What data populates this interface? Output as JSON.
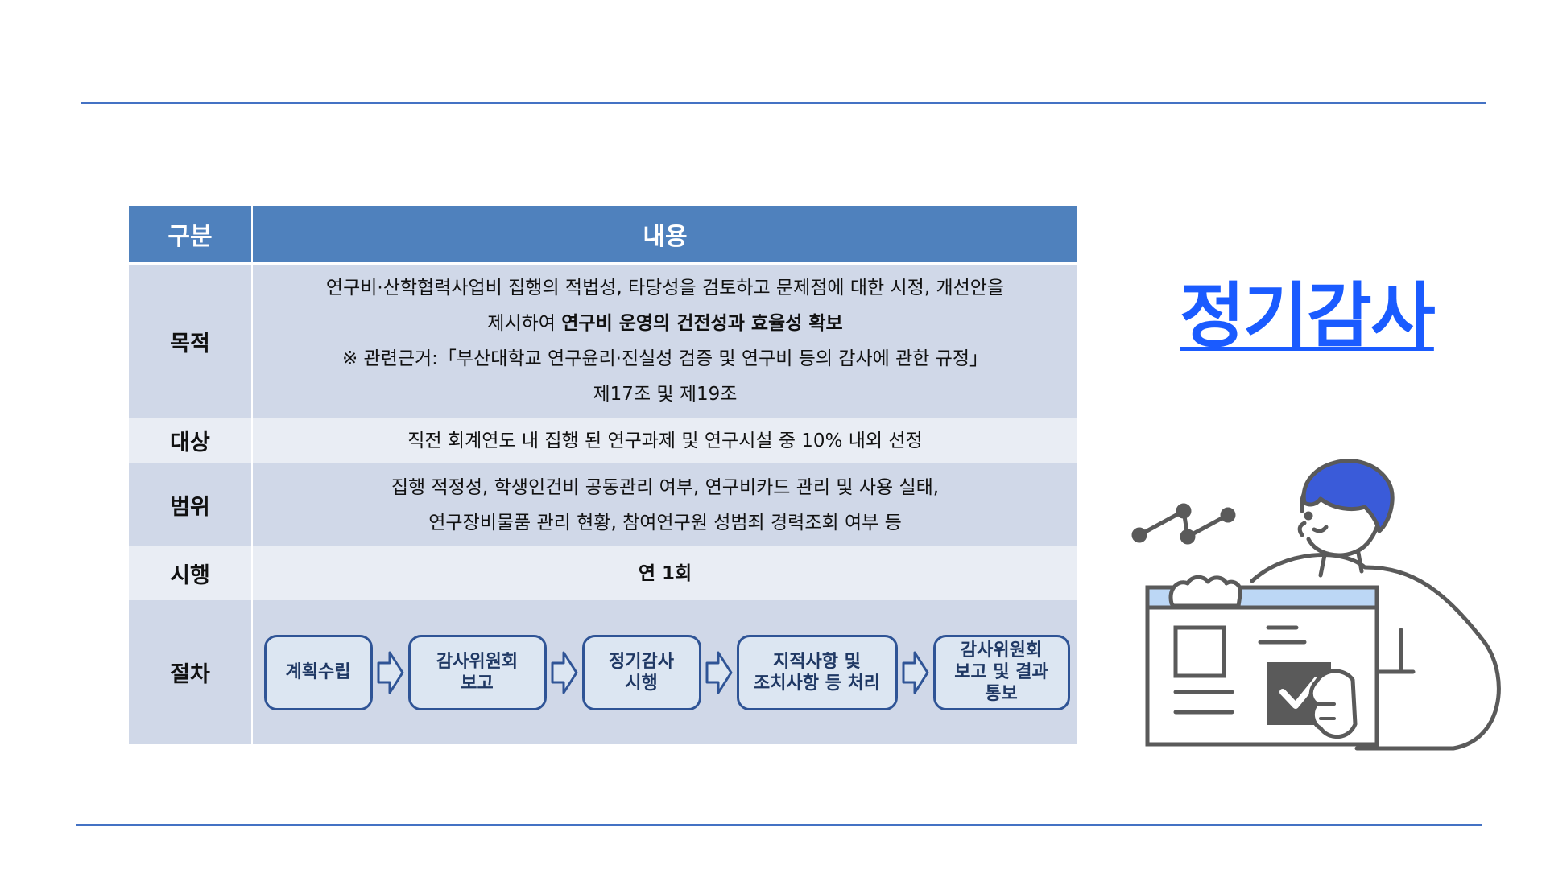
{
  "header_cols": [
    "구분",
    "내용"
  ],
  "rows": {
    "purpose": {
      "label": "목적",
      "line1": "연구비·산학협력사업비 집행의 적법성, 타당성을 검토하고 문제점에 대한 시정, 개선안을",
      "line2_plain": "제시하여 ",
      "line2_bold": "연구비 운영의 건전성과 효율성 확보",
      "line3": "※ 관련근거:「부산대학교 연구윤리·진실성 검증 및 연구비 등의 감사에 관한 규정」",
      "line4": "제17조 및 제19조"
    },
    "target": {
      "label": "대상",
      "text": "직전 회계연도 내 집행 된 연구과제 및 연구시설 중 10% 내외 선정"
    },
    "scope": {
      "label": "범위",
      "line1": "집행 적정성, 학생인건비 공동관리 여부, 연구비카드 관리 및 사용 실태,",
      "line2": "연구장비물품 관리 현황, 참여연구원 성범죄 경력조회 여부 등"
    },
    "implementation": {
      "label": "시행",
      "text": "연 1회"
    },
    "procedure": {
      "label": "절차",
      "steps": [
        "계획수립",
        "감사위원회\n보고",
        "정기감사\n시행",
        "지적사항 및\n조치사항 등 처리",
        "감사위원회\n보고 및 결과\n통보"
      ]
    }
  },
  "title": "정기감사",
  "colors": {
    "header_bg": "#4f81bd",
    "row_dark": "#d0d8e8",
    "row_light": "#e9edf4",
    "step_border": "#2f5496",
    "step_text": "#1f3864",
    "title": "#1a5bff",
    "rule": "#4472c4",
    "illustration_accent": "#3a5bd9"
  },
  "icons": [
    "person-checklist-illustration",
    "chart-line-icon",
    "checkmark-icon"
  ]
}
